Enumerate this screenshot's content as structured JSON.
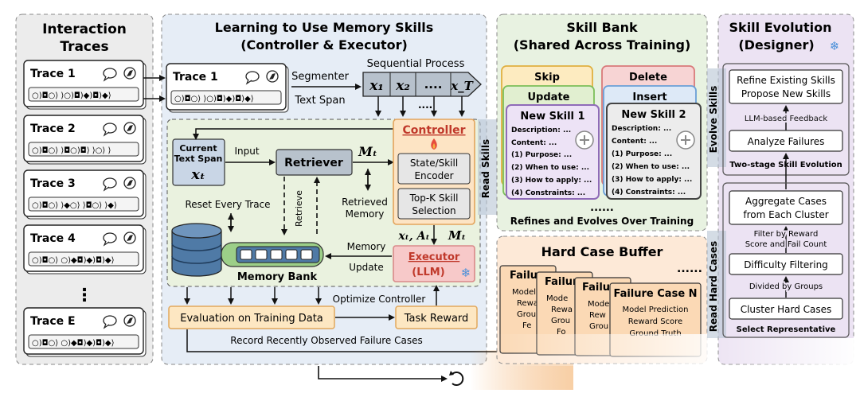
{
  "panels": {
    "traces": {
      "title1": "Interaction",
      "title2": "Traces"
    },
    "learning": {
      "title1": "Learning to Use Memory Skills",
      "title2": "(Controller & Executor)"
    },
    "skill_bank": {
      "title1": "Skill Bank",
      "title2": "(Shared Across Training)"
    },
    "evolution": {
      "title1": "Skill Evolution",
      "title2": "(Designer)"
    },
    "hard_case": {
      "title": "Hard Case Buffer"
    }
  },
  "traces": {
    "labels": [
      "Trace 1",
      "Trace 2",
      "Trace 3",
      "Trace 4",
      "Trace E"
    ],
    "ellipsis": "⋮"
  },
  "learning": {
    "trace_label": "Trace 1",
    "segmenter": "Segmenter",
    "text_span": "Text Span",
    "sequential_process": "Sequential Process",
    "seq_tokens": [
      "x₁",
      "x₂",
      "....",
      "x_T"
    ],
    "current_span_1": "Current",
    "current_span_2": "Text Span",
    "current_span_var": "xₜ",
    "input": "Input",
    "retriever": "Retriever",
    "m_t": "Mₜ",
    "retrieved_1": "Retrieved",
    "retrieved_2": "Memory",
    "reset": "Reset Every Trace",
    "retrieve": "Retrieve",
    "memory_bank": "Memory Bank",
    "memory_1": "Memory",
    "memory_2": "Update",
    "controller": "Controller",
    "state_encoder_1": "State/Skill",
    "state_encoder_2": "Encoder",
    "topk_1": "Top-K Skill",
    "topk_2": "Selection",
    "xt_at": "xₜ, Aₜ",
    "m_t2": "Mₜ",
    "executor_1": "Executor",
    "executor_2": "(LLM)",
    "optimize": "Optimize Controller",
    "evaluation": "Evaluation on Training Data",
    "task_reward": "Task Reward",
    "record": "Record Recently Observed Failure Cases",
    "read_skills": "Read Skills"
  },
  "skill_bank": {
    "skip": "Skip",
    "delete": "Delete",
    "update": "Update",
    "insert": "Insert",
    "cards": [
      {
        "title": "New Skill 1",
        "description": "Description: ...",
        "content": "Content: ...",
        "items": [
          "(1) Purpose: ...",
          "(2) When to use: ...",
          "(3) How to apply: ...",
          "(4) Constraints: ..."
        ]
      },
      {
        "title": "New Skill 2",
        "description": "Description: ...",
        "content": "Content: ...",
        "items": [
          "(1) Purpose: ...",
          "(2) When to use: ...",
          "(3) How to apply: ...",
          "(4) Constraints: ..."
        ]
      }
    ],
    "dots": "......",
    "refines": "Refines and Evolves Over Training"
  },
  "hard_case": {
    "stack_titles": [
      "Failu",
      "Failure",
      "Failure",
      "Failure Case N"
    ],
    "stack_lines": [
      [
        "Model",
        "Rewa",
        "Grou",
        "Fe"
      ],
      [
        "Mode",
        "Rewa",
        "Grou",
        "Fo"
      ],
      [
        "Mode",
        "Rew",
        "Grou",
        ""
      ],
      [
        "Model Prediction",
        "Reward Score",
        "Ground Truth",
        ""
      ]
    ],
    "dots": "......"
  },
  "evolution": {
    "evolve_skills": "Evolve Skills",
    "read_hard_cases": "Read Hard Cases",
    "refine_1": "Refine Existing Skills",
    "refine_2": "Propose New Skills",
    "llm_feedback": "LLM-based Feedback",
    "analyze": "Analyze Failures",
    "two_stage": "Two-stage Skill Evolution",
    "aggregate_1": "Aggregate Cases",
    "aggregate_2": "from Each Cluster",
    "filter_1": "Filter by Reward",
    "filter_2": "Score and Fail Count",
    "difficulty": "Difficulty Filtering",
    "divided": "Divided by Groups",
    "cluster": "Cluster Hard Cases",
    "select": "Select Representative"
  },
  "colors": {
    "traces_bg": "#ececec",
    "learning_bg": "#e6edf6",
    "skill_bg": "#e8f2e1",
    "evolution_bg": "#ece3f3",
    "hard_bg": "#fde9d7",
    "controller_fill": "#fde4c4",
    "executor_fill": "#f7c9c9",
    "eval_fill": "#fde7c2",
    "retriever_fill": "#b8c2cc",
    "memory_fill": "#5a7fa6"
  }
}
